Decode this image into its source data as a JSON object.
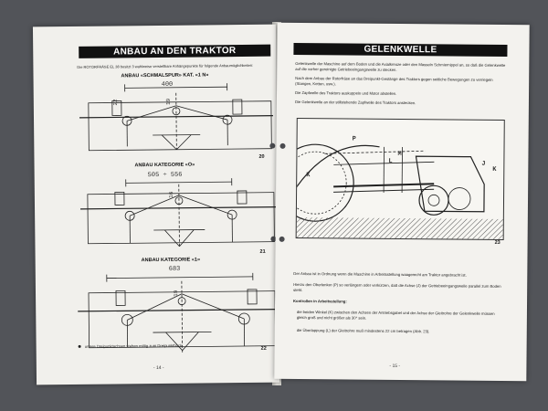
{
  "left_page": {
    "header": "ANBAU AN DEN TRAKTOR",
    "intro": "Die ROTORFRÄSE EL 38 besitzt 3 wahlweise verstellbare Anhängepunkte für folgende Anbaumöglichkeiten:",
    "sections": [
      {
        "caption": "ANBAU «SCHMALSPUR» KAT. «1 N»",
        "measure": "400",
        "fig": "20",
        "label_side": "22",
        "label_mid": "19"
      },
      {
        "caption": "ANBAU KATEGORIE «O»",
        "measure": "505 ÷ 556",
        "fig": "21",
        "label_mid": "16"
      },
      {
        "caption": "ANBAU KATEGORIE «1»",
        "measure": "683",
        "fig": "22",
        "label_mid": "19"
      }
    ],
    "footnote": "untere Dreipunktachsen stehen mittig zum Dreipunktbock",
    "page_number": "- 14 -"
  },
  "right_page": {
    "header": "GELENKWELLE",
    "para1": "Gelenkwelle der Maschine auf dem Boden und die Axialkreuze oder den Masseln Schmiernippel an, so daß die Gelenkwelle auf die vorher gereinigte Getriebeeingangswelle zu stecken.",
    "para2": "Nach dem Anbau der Rotorfräse an das Dreipunkt-Gestänge des Traktors gegen seitliche Bewegungen zu verriegeln (Stangen, Ketten, usw.).",
    "para3": "Die Zapfwelle des Traktors auskuppeln und Motor abstellen.",
    "para4": "Die Gelenkwelle an der stillstehende Zapfwelle des Traktors anstecken.",
    "fig": "23",
    "diagram_labels": [
      "P",
      "L",
      "M",
      "K",
      "J",
      "K"
    ],
    "para5": "Der Anbau ist in Ordnung wenn die Maschine in Arbeitsstellung waagerecht am Traktor angebracht ist.",
    "para6": "Hierzu den Oberlenker (P) so verlängern oder verkürzen, daß die Achse (J) der Getriebeeingangswelle parallel zum Boden steht.",
    "controls_title": "Kontrollen in Arbeitsstellung:",
    "bullet1": "die beiden Winkel (K) zwischen den Achsen der Antriebsgabel und der Achse der Gleitrohre der Gelenkwelle müssen gleich groß und nicht größer als 30° sein.",
    "bullet2": "die Überlappung (L) der Gleitrohre muß mindestens 22 cm betragen (Abb. 23).",
    "page_number": "- 15 -"
  }
}
